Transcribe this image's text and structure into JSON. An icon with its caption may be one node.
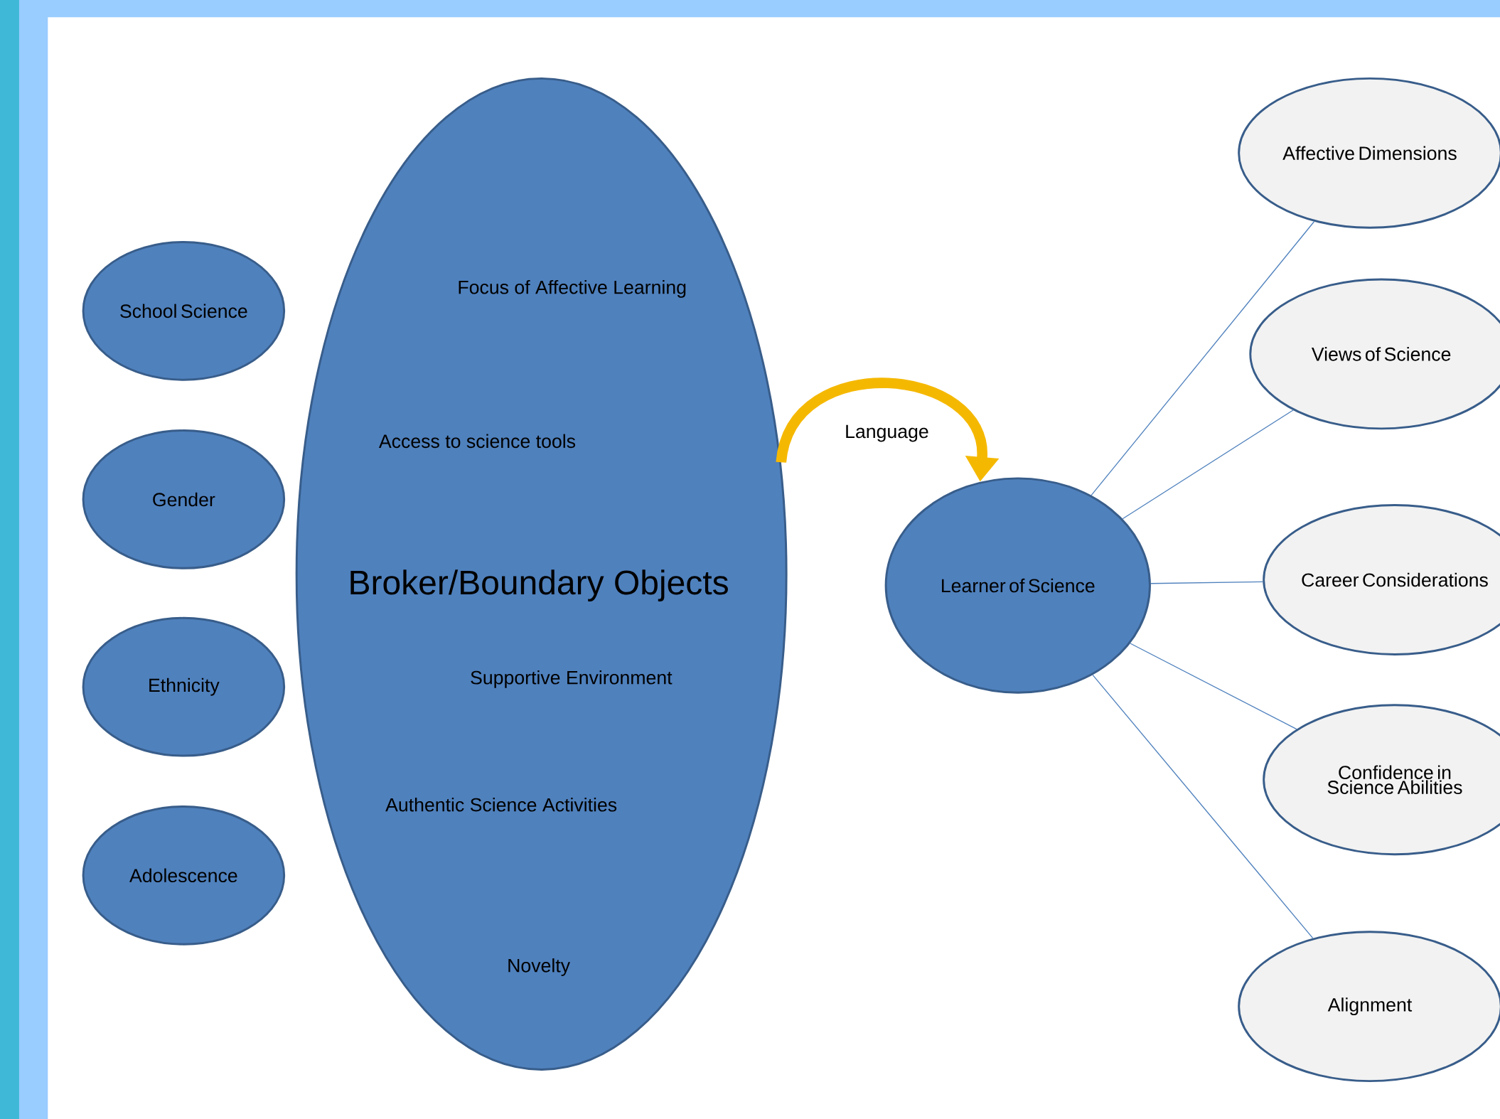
{
  "diagram": {
    "nodes": [
      {
        "text": [
          "School Science"
        ]
      },
      {
        "text": [
          "Gender"
        ]
      },
      {
        "text": [
          "Ethnicity"
        ]
      },
      {
        "text": [
          "Adolescence"
        ]
      },
      {
        "text": [
          "Focus of Affective Learning",
          "Access to science tools",
          "Broker/Boundary Objects",
          "Supportive Environment",
          "Authentic Science Activities",
          "Novelty"
        ]
      },
      {
        "text": [
          "Learner of Science"
        ]
      },
      {
        "text": [
          "Affective Dimensions"
        ]
      },
      {
        "text": [
          "Views of Science"
        ]
      },
      {
        "text": [
          "Career Considerations"
        ]
      },
      {
        "text": [
          "Confidence in Science Abilities"
        ]
      },
      {
        "text": [
          "Alignment"
        ]
      }
    ],
    "edges": [
      {
        "from": 4,
        "to": 5,
        "arrow": "to",
        "label": "Language",
        "style": "thick",
        "color": "#f5b800"
      },
      {
        "from": 5,
        "to": 6,
        "arrow": "none"
      },
      {
        "from": 5,
        "to": 7,
        "arrow": "none"
      },
      {
        "from": 5,
        "to": 8,
        "arrow": "none"
      },
      {
        "from": 5,
        "to": 9,
        "arrow": "none"
      },
      {
        "from": 5,
        "to": 10,
        "arrow": "none"
      }
    ]
  }
}
